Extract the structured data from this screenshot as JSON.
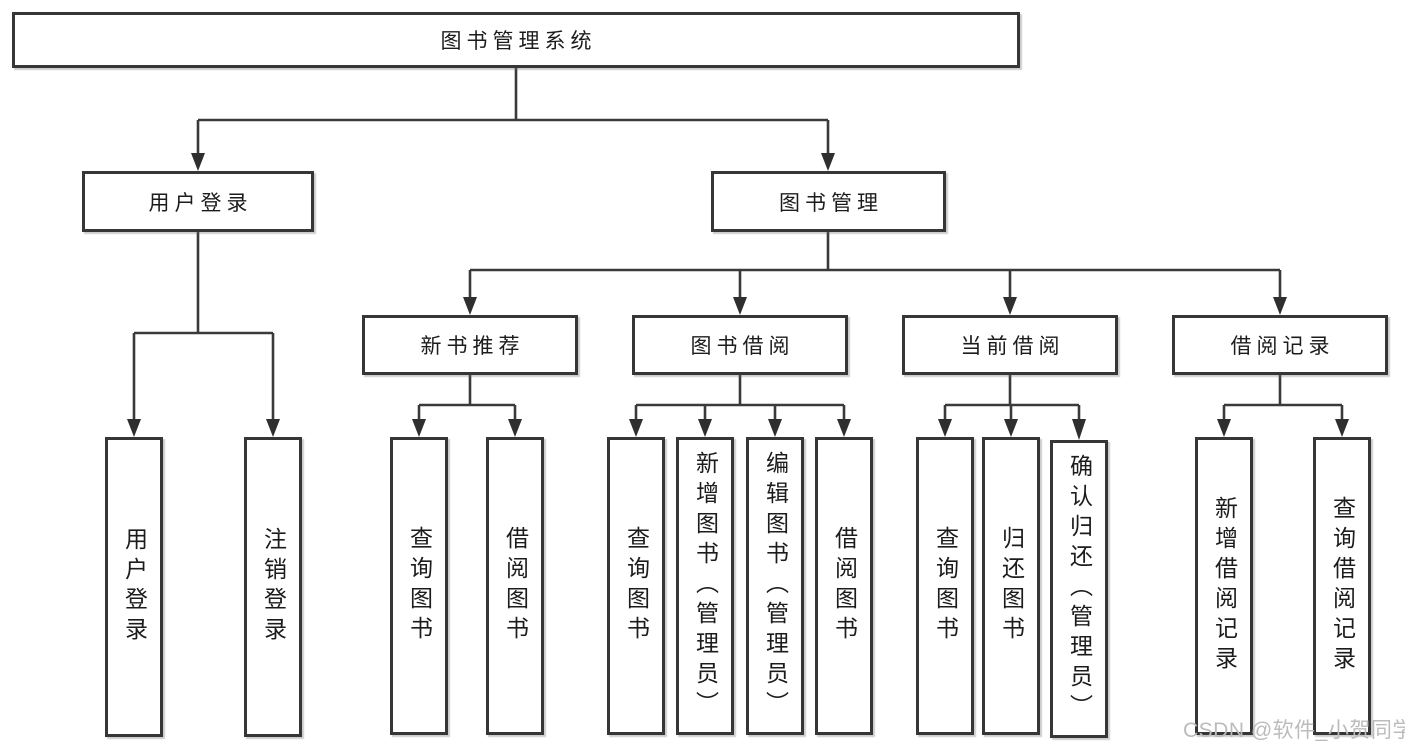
{
  "tree": {
    "label": "图书管理系统",
    "children": [
      {
        "label": "用户登录",
        "children": [
          {
            "label": "用户登录"
          },
          {
            "label": "注销登录"
          }
        ]
      },
      {
        "label": "图书管理",
        "children": [
          {
            "label": "新书推荐",
            "children": [
              {
                "label": "查询图书"
              },
              {
                "label": "借阅图书"
              }
            ]
          },
          {
            "label": "图书借阅",
            "children": [
              {
                "label": "查询图书"
              },
              {
                "label": "新增图书（管理员）"
              },
              {
                "label": "编辑图书（管理员）"
              },
              {
                "label": "借阅图书"
              }
            ]
          },
          {
            "label": "当前借阅",
            "children": [
              {
                "label": "查询图书"
              },
              {
                "label": "归还图书"
              },
              {
                "label": "确认归还（管理员）"
              }
            ]
          },
          {
            "label": "借阅记录",
            "children": [
              {
                "label": "新增借阅记录"
              },
              {
                "label": "查询借阅记录"
              }
            ]
          }
        ]
      }
    ]
  },
  "watermark": {
    "text": "CSDN @软件_小贺同学",
    "color": "#bcbcbc"
  },
  "colors": {
    "background": "#ffffff",
    "box_border": "#363636",
    "connector_line": "#3a3a3a",
    "arrowhead": "#2f2f2f",
    "text": "#1c1c1c",
    "watermark": "#bcbcbc"
  }
}
